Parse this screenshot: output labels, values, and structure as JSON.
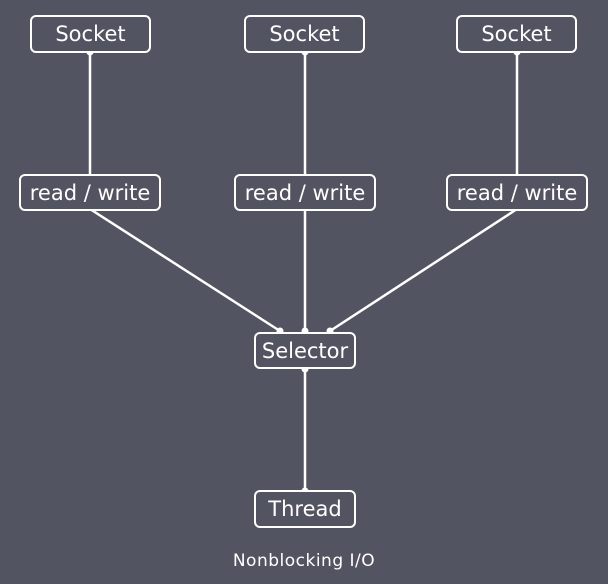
{
  "diagram": {
    "sockets": [
      {
        "label": "Socket"
      },
      {
        "label": "Socket"
      },
      {
        "label": "Socket"
      }
    ],
    "read_writes": [
      {
        "label": "read / write"
      },
      {
        "label": "read / write"
      },
      {
        "label": "read / write"
      }
    ],
    "selector": {
      "label": "Selector"
    },
    "thread": {
      "label": "Thread"
    },
    "caption": "Nonblocking I/O",
    "colors": {
      "background": "#535461",
      "foreground": "#ffffff"
    }
  }
}
